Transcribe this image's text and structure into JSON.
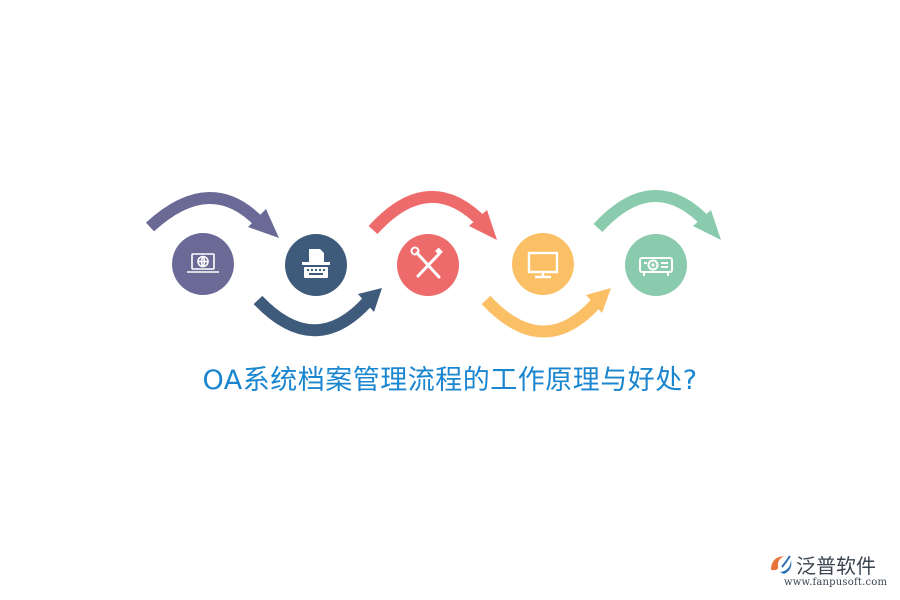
{
  "title": "OA系统档案管理流程的工作原理与好处?",
  "brand": {
    "name": "泛普软件",
    "url": "www.fanpusoft.com"
  },
  "steps": [
    {
      "icon": "laptop-globe-icon",
      "color": "#6b6a96",
      "arrow_position": "above"
    },
    {
      "icon": "typewriter-icon",
      "color": "#3f5b7c",
      "arrow_position": "below"
    },
    {
      "icon": "wrench-screwdriver-icon",
      "color": "#ee6b6b",
      "arrow_position": "above"
    },
    {
      "icon": "monitor-icon",
      "color": "#fbc066",
      "arrow_position": "below"
    },
    {
      "icon": "projector-icon",
      "color": "#8bcbad",
      "arrow_position": "above"
    }
  ],
  "colors": {
    "title": "#1a86d0",
    "brand_accent": "#e8743b",
    "brand_secondary": "#2a6fb8"
  }
}
